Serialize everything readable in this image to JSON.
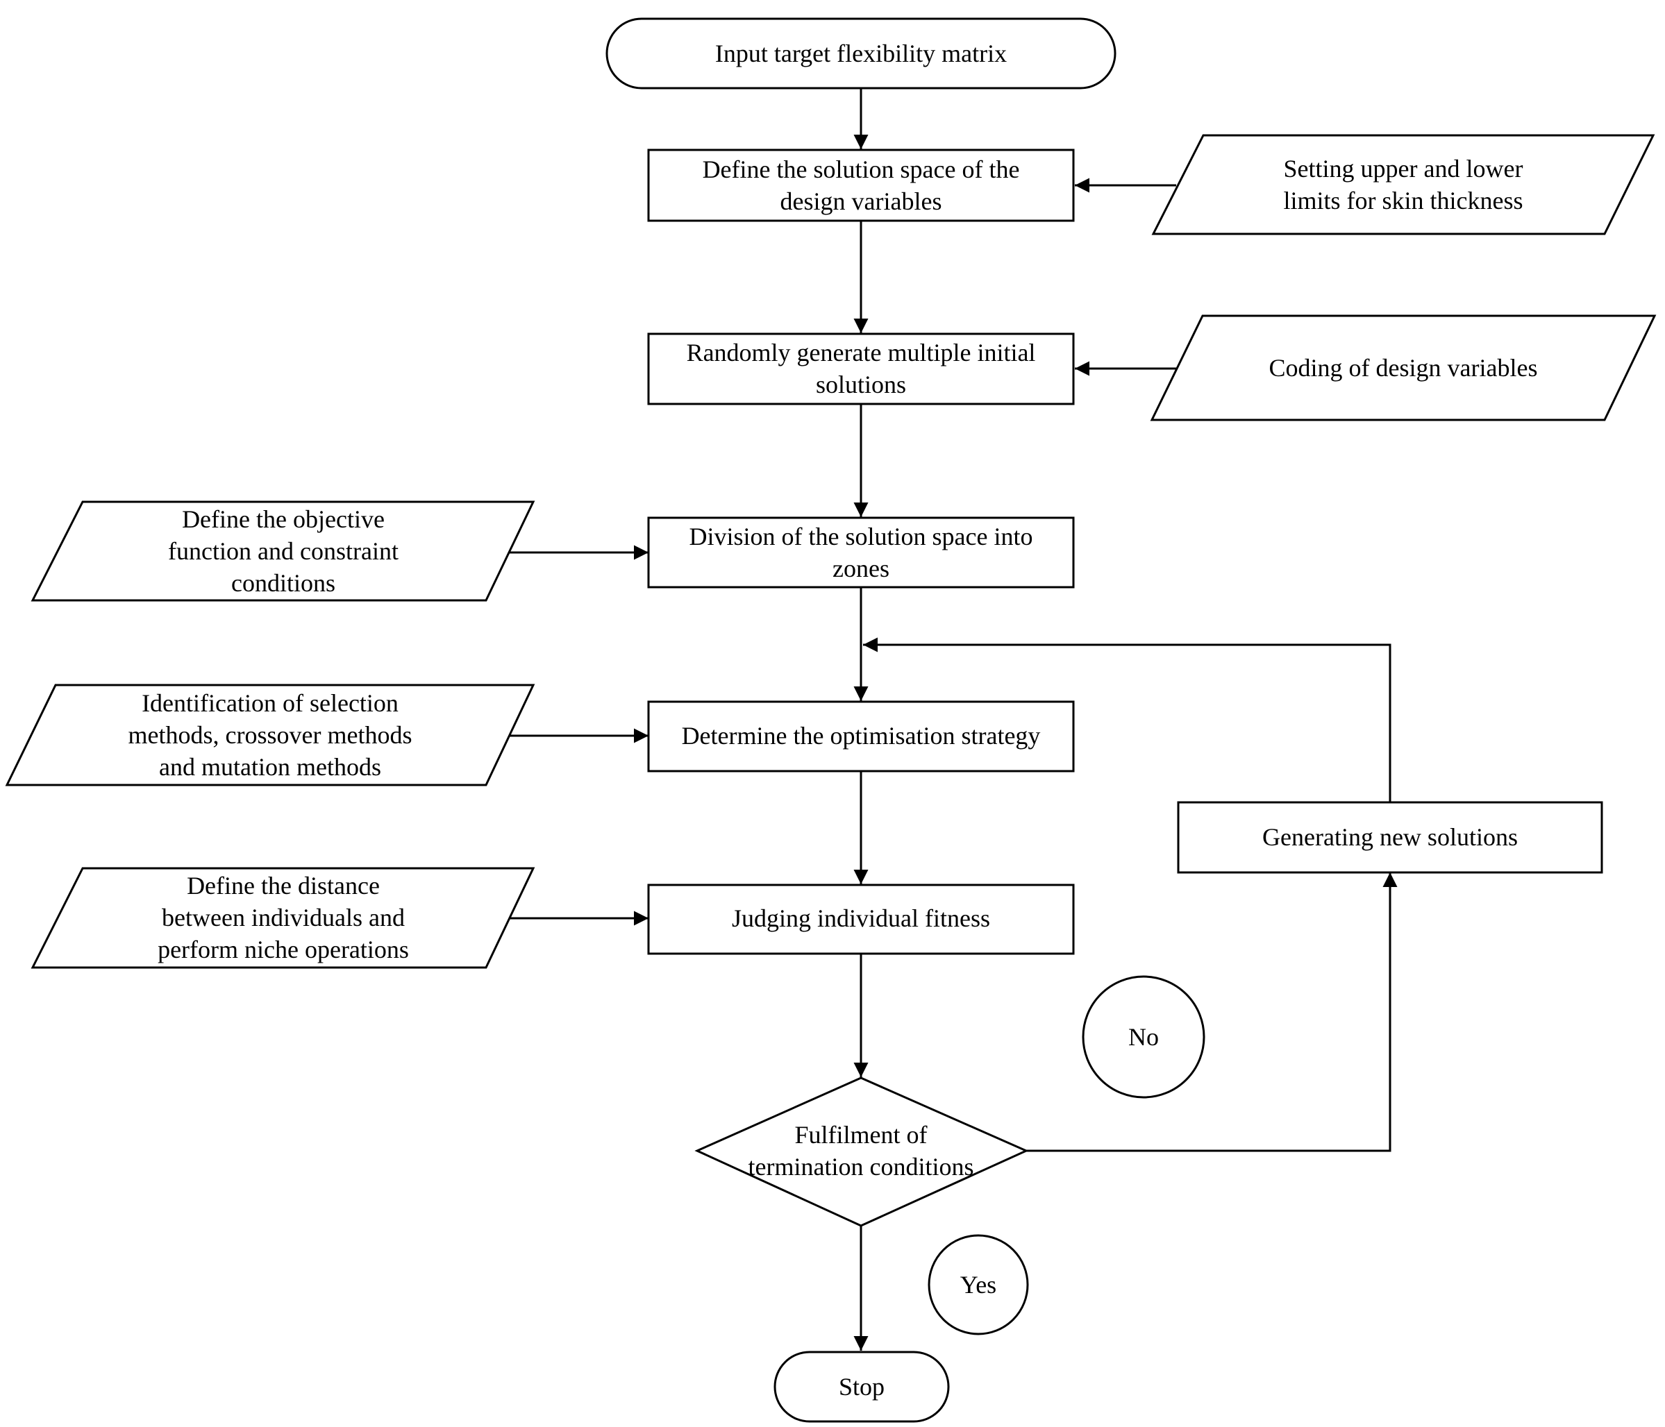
{
  "nodes": {
    "start": {
      "lines": [
        "Input target flexibility matrix"
      ]
    },
    "define_space": {
      "lines": [
        "Define the solution space of the",
        "design variables"
      ]
    },
    "set_limits": {
      "lines": [
        "Setting upper and lower",
        "limits for skin thickness"
      ]
    },
    "random_init": {
      "lines": [
        "Randomly generate multiple initial",
        "solutions"
      ]
    },
    "coding": {
      "lines": [
        "Coding of design variables"
      ]
    },
    "objective": {
      "lines": [
        "Define the objective",
        "function and constraint",
        "conditions"
      ]
    },
    "division": {
      "lines": [
        "Division of the solution space into",
        "zones"
      ]
    },
    "methods": {
      "lines": [
        "Identification of selection",
        "methods, crossover methods",
        "and mutation methods"
      ]
    },
    "strategy": {
      "lines": [
        "Determine the optimisation strategy"
      ]
    },
    "new_solutions": {
      "lines": [
        "Generating new solutions"
      ]
    },
    "distance": {
      "lines": [
        "Define the distance",
        "between individuals and",
        "perform niche operations"
      ]
    },
    "fitness": {
      "lines": [
        "Judging individual fitness"
      ]
    },
    "decision": {
      "lines": [
        "Fulfilment of",
        "termination conditions"
      ]
    },
    "stop": {
      "lines": [
        "Stop"
      ]
    }
  },
  "labels": {
    "no": "No",
    "yes": "Yes"
  }
}
